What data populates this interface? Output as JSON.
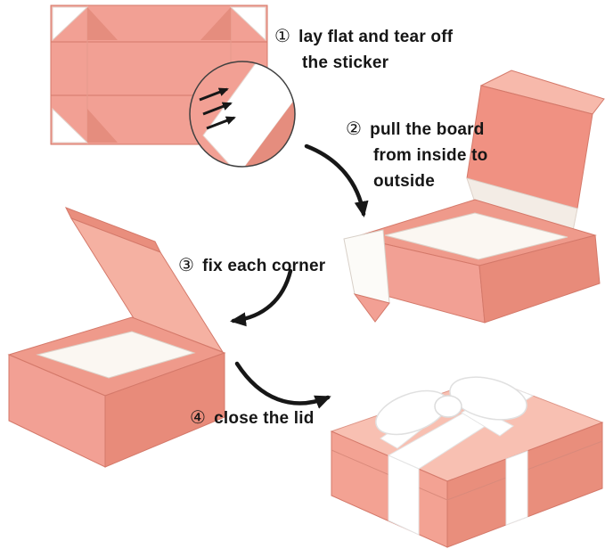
{
  "diagram": {
    "subject": "gift-box assembly instructions",
    "background": "#ffffff"
  },
  "colors": {
    "box_rose": "#f2a094",
    "box_rose_dark": "#e88b7a",
    "box_rose_light": "#f8c0b2",
    "box_interior_white": "#fbf7f2",
    "ribbon_white": "#ffffff",
    "arrow_black": "#171717",
    "outline_pink": "#d4796a"
  },
  "steps": [
    {
      "num": "①",
      "lines": [
        "lay flat and tear off",
        "the sticker"
      ]
    },
    {
      "num": "②",
      "lines": [
        "pull the board",
        "from inside to",
        "outside"
      ]
    },
    {
      "num": "③",
      "lines": [
        "fix each corner"
      ]
    },
    {
      "num": "④",
      "lines": [
        "close the lid"
      ]
    }
  ]
}
